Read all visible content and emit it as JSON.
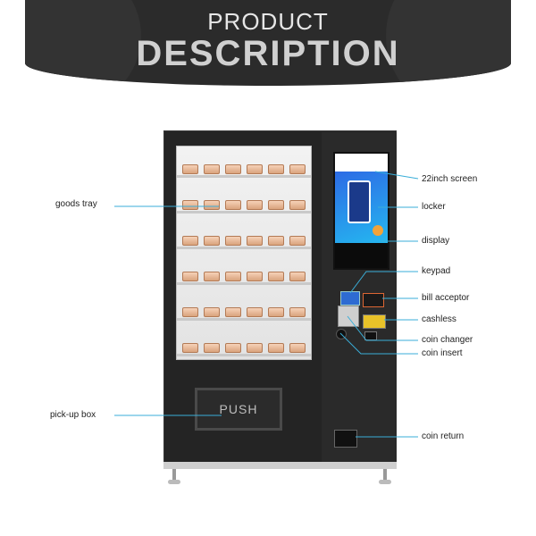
{
  "header": {
    "line1": "PRODUCT",
    "line2": "DESCRIPTION"
  },
  "machine": {
    "push_label": "PUSH"
  },
  "callouts": {
    "goods_tray": "goods tray",
    "pickup_box": "pick-up box",
    "screen": "22inch screen",
    "locker": "locker",
    "display": "display",
    "keypad": "keypad",
    "bill_acceptor": "bill  acceptor",
    "cashless": "cashless",
    "coin_changer": "coin changer",
    "coin_insert": "coin insert",
    "coin_return": "coin return"
  },
  "colors": {
    "banner": "#2b2b2b",
    "callout_line": "#3aaed8",
    "machine_body": "#242424"
  }
}
